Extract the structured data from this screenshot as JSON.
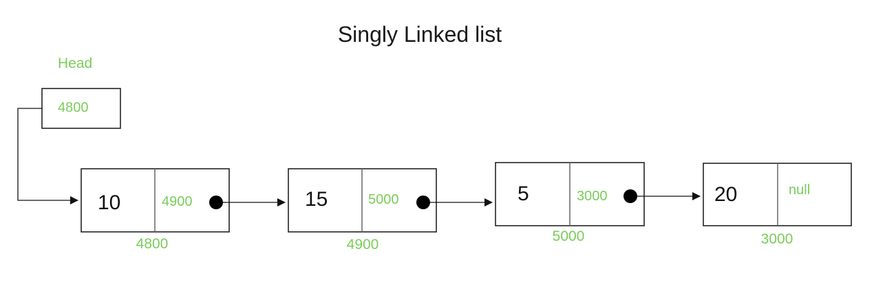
{
  "title": "Singly Linked list",
  "head": {
    "label": "Head",
    "value": "4800"
  },
  "nodes": [
    {
      "data": "10",
      "next": "4900",
      "address": "4800"
    },
    {
      "data": "15",
      "next": "5000",
      "address": "4900"
    },
    {
      "data": "5",
      "next": "3000",
      "address": "5000"
    },
    {
      "data": "20",
      "next": "null",
      "address": "3000"
    }
  ],
  "colors": {
    "accent": "#7acc5a",
    "stroke": "#222222",
    "text": "#111111"
  }
}
